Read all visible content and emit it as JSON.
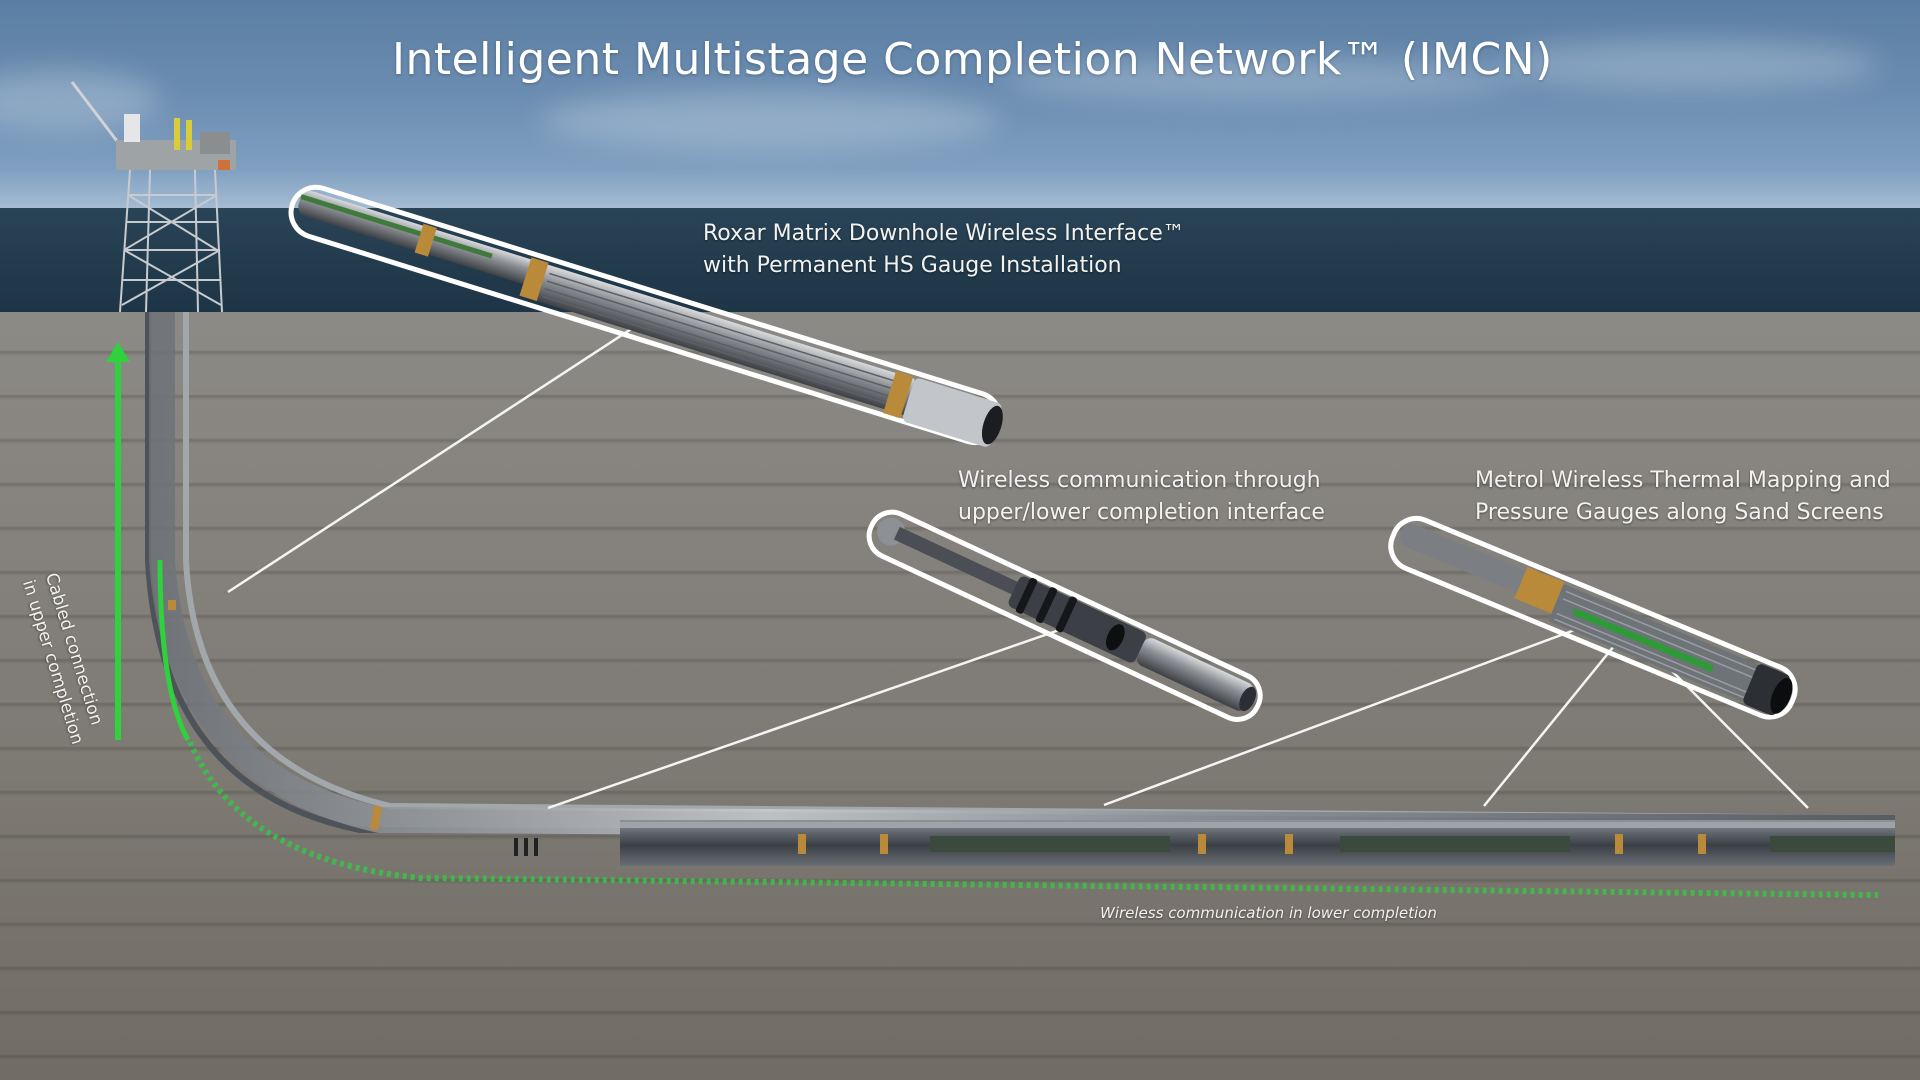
{
  "diagram": {
    "title": "Intelligent Multistage Completion Network™ (IMCN)",
    "layers": {
      "sky_color": "#6b8db1",
      "sea_color": "#223b4d",
      "rock_color": "#827e79"
    },
    "components": [
      {
        "id": "roxar-matrix",
        "label_line1": "Roxar Matrix Downhole Wireless Interface™",
        "label_line2": "with Permanent HS Gauge Installation"
      },
      {
        "id": "upper-lower-interface",
        "label_line1": "Wireless communication through",
        "label_line2": "upper/lower completion interface"
      },
      {
        "id": "metrol-gauges",
        "label_line1": "Metrol Wireless Thermal Mapping and",
        "label_line2": "Pressure Gauges along Sand Screens"
      }
    ],
    "annotations": {
      "cabled_line1": "Cabled connection",
      "cabled_line2": "in upper completion",
      "wireless_lower": "Wireless communication in lower completion"
    },
    "colors": {
      "signal_green": "#2fd13c",
      "leader_white": "#f4f4f2",
      "collar_gold": "#b98a3a"
    }
  }
}
